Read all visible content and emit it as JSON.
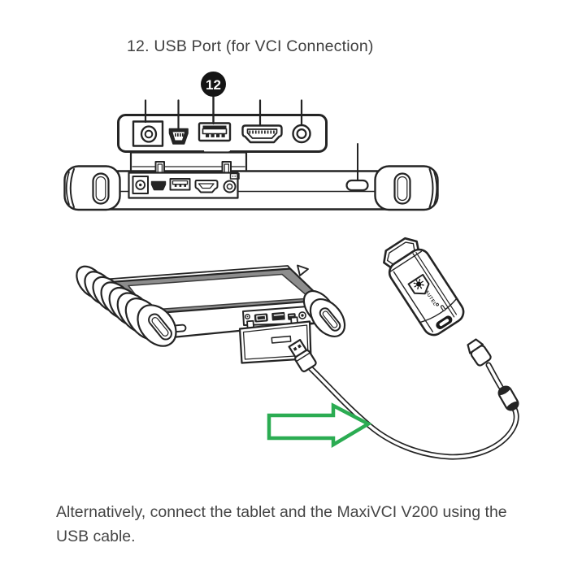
{
  "title": "12. USB Port (for VCI Connection)",
  "callout": {
    "number": "12"
  },
  "caption": {
    "lines": [
      "Alternatively, connect the tablet and the MaxiVCI V200 using the",
      "USB cable."
    ]
  },
  "vci": {
    "brand": "AUTEL"
  },
  "closeup_ports": {
    "icons": [
      "dc-power-jack",
      "mini-usb-port",
      "usb-a-port",
      "hdmi-port",
      "audio-jack"
    ]
  },
  "colors": {
    "arrow_green": "#2BAC52",
    "line_art": "#242424",
    "screen_bezel_gray": "#8D8D8D",
    "badge_black": "#151515"
  }
}
